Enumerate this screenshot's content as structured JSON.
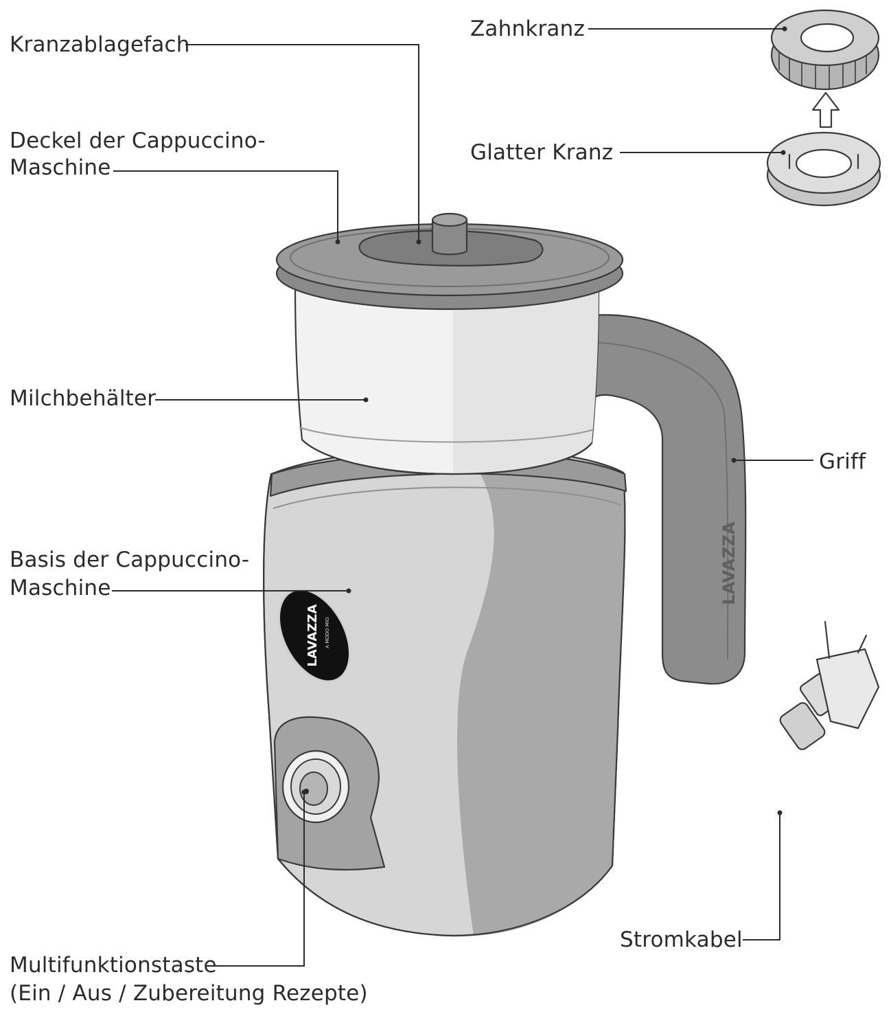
{
  "labels": {
    "kranzablagefach": "Kranzablagefach",
    "deckel_line1": "Deckel der Cappuccino-",
    "deckel_line2": "Maschine",
    "milchbehaelter": "Milchbehälter",
    "basis_line1": "Basis der Cappuccino-",
    "basis_line2": "Maschine",
    "multifunktion_line1": "Multifunktionstaste",
    "multifunktion_line2": "(Ein / Aus / Zubereitung Rezepte)",
    "zahnkranz": "Zahnkranz",
    "glatter_kranz": "Glatter Kranz",
    "griff": "Griff",
    "stromkabel": "Stromkabel"
  },
  "logo": {
    "brand": "LAVAZZA",
    "tagline": "A MODO MIO"
  },
  "colors": {
    "ink": "#2b2b2b",
    "lid": "#8a8a8a",
    "jug": "#f2f2f2",
    "base_light": "#d6d6d6",
    "base_dark": "#a9a9a9",
    "handle": "#8c8c8c",
    "logo_badge": "#111111"
  }
}
